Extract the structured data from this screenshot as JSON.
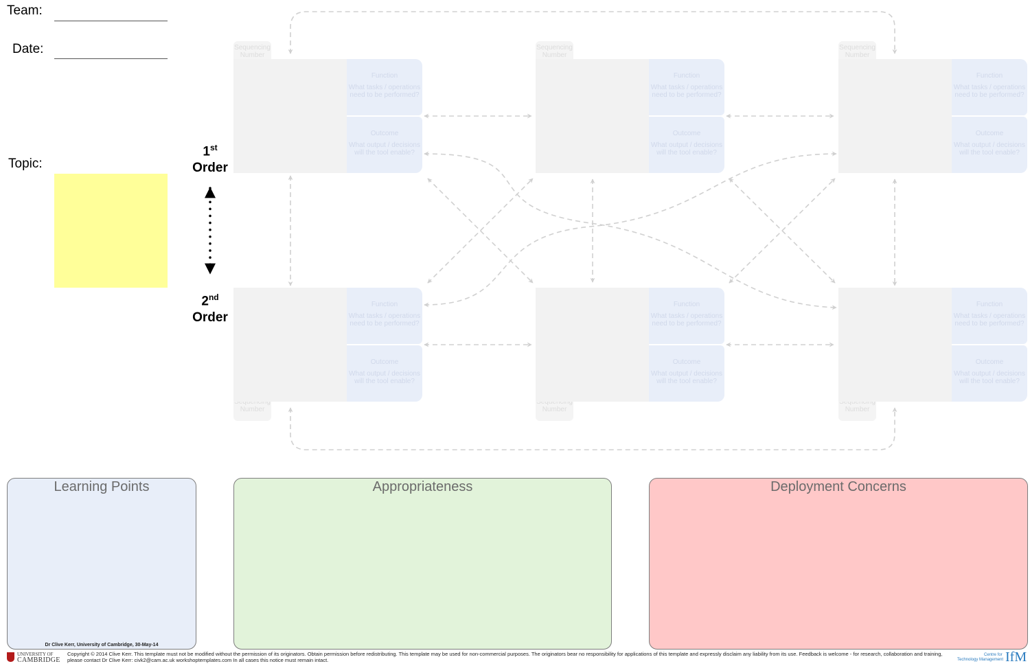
{
  "header": {
    "team_label": "Team:",
    "date_label": "Date:",
    "topic_label": "Topic:"
  },
  "orders": {
    "first": {
      "num": "1",
      "suffix": "st",
      "word": "Order"
    },
    "second": {
      "num": "2",
      "suffix": "nd",
      "word": "Order"
    }
  },
  "tool_card": {
    "sequencing": "Sequencing Number",
    "function_title": "Function",
    "function_text": "What tasks / operations need to be performed?",
    "outcome_title": "Outcome",
    "outcome_text": "What output / decisions will the tool enable?"
  },
  "panels": {
    "learning": "Learning Points",
    "appropriateness": "Appropriateness",
    "deployment": "Deployment Concerns",
    "signature": "Dr Clive Kerr, University of Cambridge, 30-May-14"
  },
  "footer": {
    "copyright": "Copyright © 2014 Clive Kerr. This template must not be modified without the permission of its originators. Obtain permission before redistributing. This template may be used for non-commercial purposes. The originators bear no responsibility for applications of this template and expressly disclaim any liability from its use. Feedback is welcome - for research, collaboration and training, please contact Dr Clive Kerr: civk2@cam.ac.uk   workshoptemplates.com   In all cases this notice must remain intact.",
    "university_line1": "UNIVERSITY OF",
    "university_line2": "CAMBRIDGE",
    "centre_line1": "Centre for",
    "centre_line2": "Technology Management",
    "ifm_logo": "IfM"
  },
  "colors": {
    "sticky_note": "#ffff99",
    "learning_panel": "#e8eef9",
    "appropriateness_panel": "#e2f3da",
    "deployment_panel": "#ffc8c8",
    "connector": "#d0d0d0"
  }
}
